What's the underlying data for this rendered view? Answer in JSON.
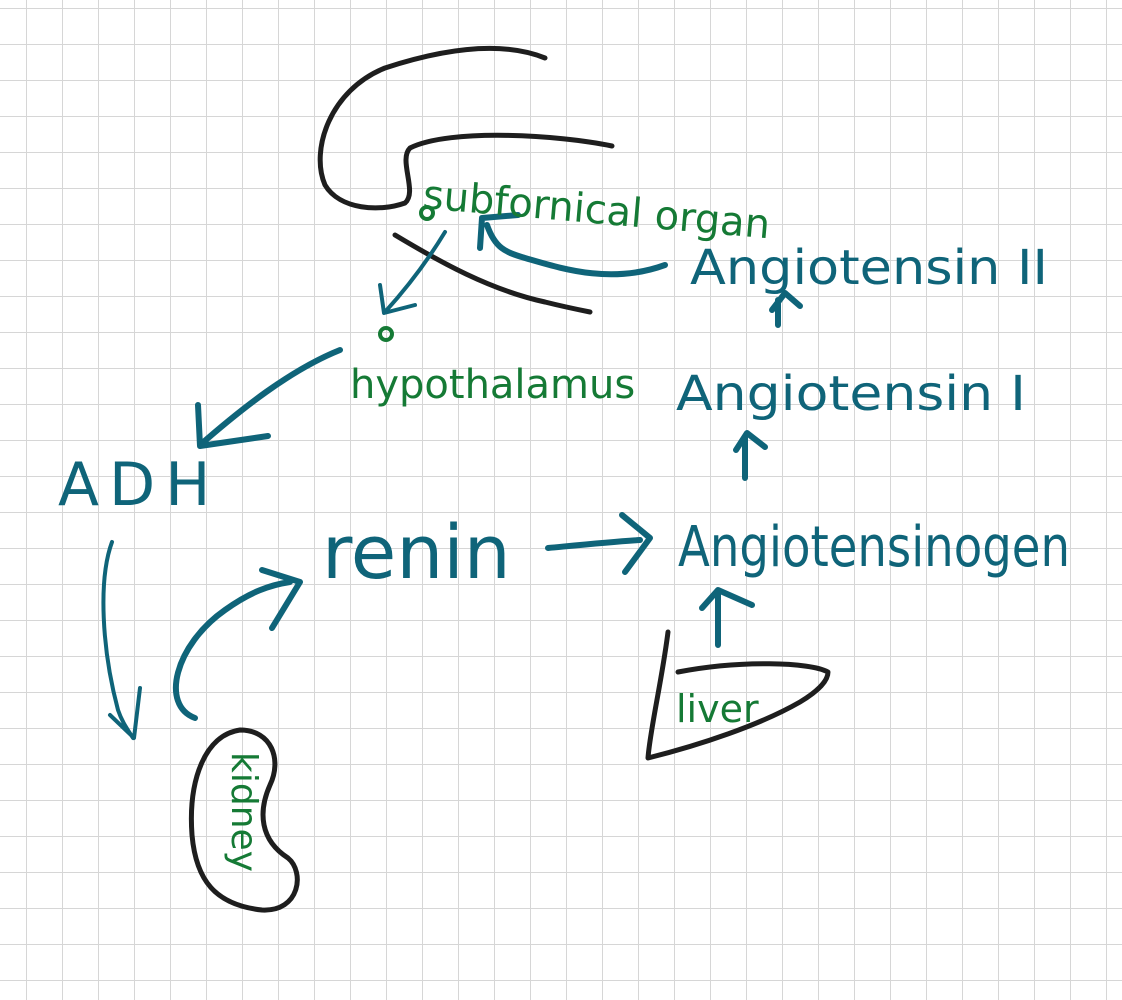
{
  "colors": {
    "teal": "#0f6479",
    "green": "#157a35",
    "black": "#1e1e1e",
    "grid": "#d6d6d6"
  },
  "labels": {
    "subfornical_organ": "subfornical organ",
    "hypothalamus": "hypothalamus",
    "adh": "ADH",
    "renin": "renin",
    "angiotensinogen": "Angiotensinogen",
    "angiotensin_1": "Angiotensin I",
    "angiotensin_2": "Angiotensin II",
    "liver": "liver",
    "kidney": "kidney"
  }
}
